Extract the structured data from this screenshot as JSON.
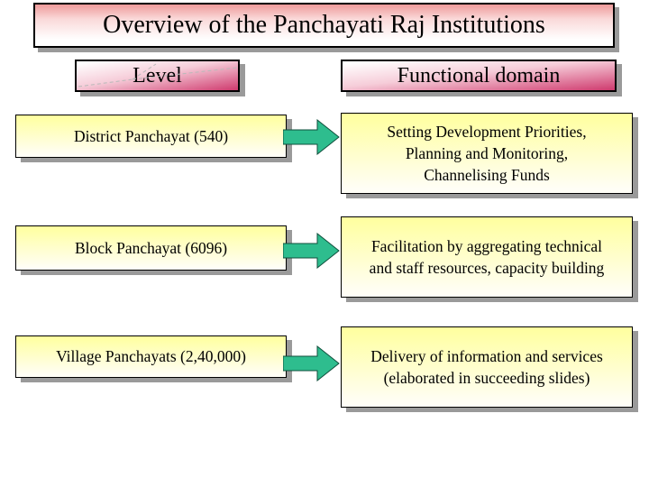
{
  "title": "Overview of the Panchayati Raj Institutions",
  "headers": {
    "level": "Level",
    "domain": "Functional domain"
  },
  "rows": [
    {
      "level": "District Panchayat (540)",
      "domain": "Setting Development Priorities,\nPlanning and Monitoring,\nChannelising Funds"
    },
    {
      "level": "Block Panchayat (6096)",
      "domain": "Facilitation by aggregating technical\nand staff resources, capacity building"
    },
    {
      "level": "Village Panchayats (2,40,000)",
      "domain": "Delivery of information and services\n(elaborated in succeeding slides)"
    }
  ],
  "icons": {
    "flow_arrow": "right-arrow-icon"
  },
  "colors": {
    "title_gradient_top": "#ee9a9a",
    "header_gradient_deep": "#cf3a6e",
    "box_yellow": "#ffff9e",
    "arrow_green": "#2ebd8e",
    "shadow_gray": "#9a9a9a",
    "border_black": "#000000"
  }
}
